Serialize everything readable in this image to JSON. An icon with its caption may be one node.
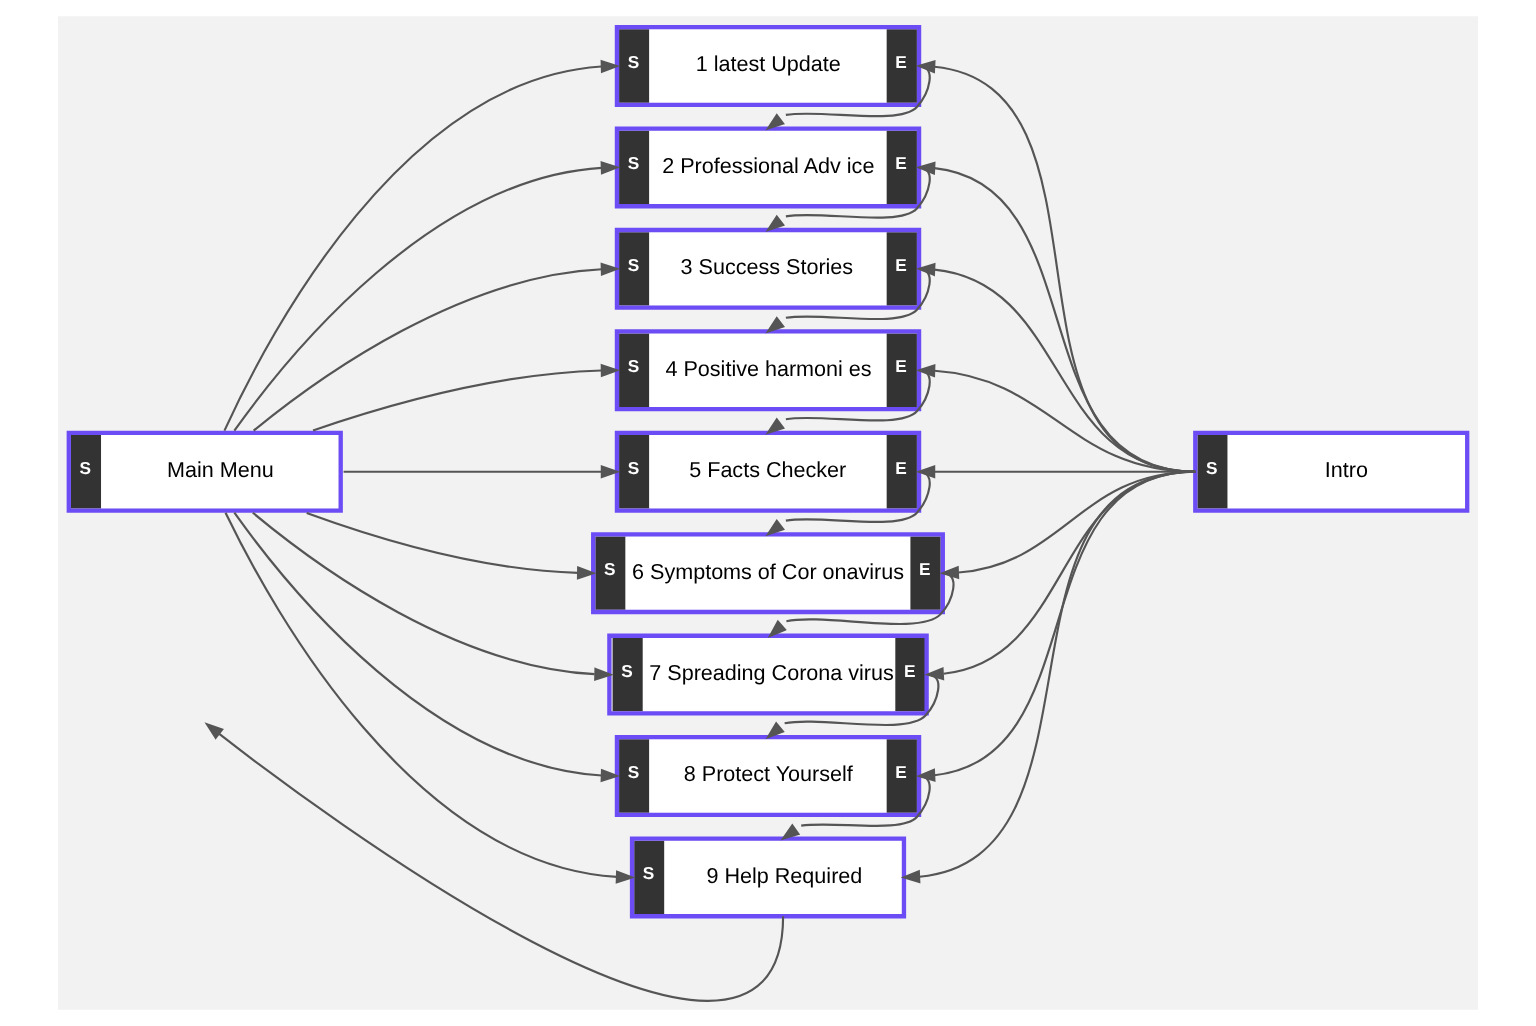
{
  "diagram": {
    "nodes": [
      {
        "text": [
          "S",
          "Main Menu"
        ]
      },
      {
        "text": [
          "S",
          "1 latest Update",
          "E"
        ]
      },
      {
        "text": [
          "S",
          "2 Professional Adv ice",
          "E"
        ]
      },
      {
        "text": [
          "S",
          "3 Success Stories",
          "E"
        ]
      },
      {
        "text": [
          "S",
          "4 Positive harmoni es",
          "E"
        ]
      },
      {
        "text": [
          "S",
          "5 Facts Checker",
          "E"
        ]
      },
      {
        "text": [
          "S",
          "6 Symptoms of Cor onavirus",
          "E"
        ]
      },
      {
        "text": [
          "S",
          "7 Spreading Corona virus",
          "E"
        ]
      },
      {
        "text": [
          "S",
          "8 Protect Yourself",
          "E"
        ]
      },
      {
        "text": [
          "S",
          "9 Help Required"
        ]
      },
      {
        "text": [
          "S",
          "Intro"
        ]
      }
    ],
    "edges": [
      {
        "from": 0,
        "to": 1,
        "arrow": "to"
      },
      {
        "from": 0,
        "to": 2,
        "arrow": "to"
      },
      {
        "from": 0,
        "to": 3,
        "arrow": "to"
      },
      {
        "from": 0,
        "to": 4,
        "arrow": "to"
      },
      {
        "from": 0,
        "to": 5,
        "arrow": "to"
      },
      {
        "from": 0,
        "to": 6,
        "arrow": "to"
      },
      {
        "from": 0,
        "to": 7,
        "arrow": "to"
      },
      {
        "from": 0,
        "to": 8,
        "arrow": "to"
      },
      {
        "from": 0,
        "to": 9,
        "arrow": "to"
      },
      {
        "from": 10,
        "to": 1,
        "arrow": "to"
      },
      {
        "from": 10,
        "to": 2,
        "arrow": "to"
      },
      {
        "from": 10,
        "to": 3,
        "arrow": "to"
      },
      {
        "from": 10,
        "to": 4,
        "arrow": "to"
      },
      {
        "from": 10,
        "to": 5,
        "arrow": "to"
      },
      {
        "from": 10,
        "to": 6,
        "arrow": "to"
      },
      {
        "from": 10,
        "to": 7,
        "arrow": "to"
      },
      {
        "from": 10,
        "to": 8,
        "arrow": "to"
      },
      {
        "from": 10,
        "to": 9,
        "arrow": "to"
      },
      {
        "from": 1,
        "to": 2,
        "arrow": "to"
      },
      {
        "from": 2,
        "to": 3,
        "arrow": "to"
      },
      {
        "from": 3,
        "to": 4,
        "arrow": "to"
      },
      {
        "from": 4,
        "to": 5,
        "arrow": "to"
      },
      {
        "from": 5,
        "to": 6,
        "arrow": "to"
      },
      {
        "from": 6,
        "to": 7,
        "arrow": "to"
      },
      {
        "from": 7,
        "to": 8,
        "arrow": "to"
      },
      {
        "from": 8,
        "to": 9,
        "arrow": "to"
      },
      {
        "from": 9,
        "to": null,
        "arrow": "to"
      }
    ]
  }
}
